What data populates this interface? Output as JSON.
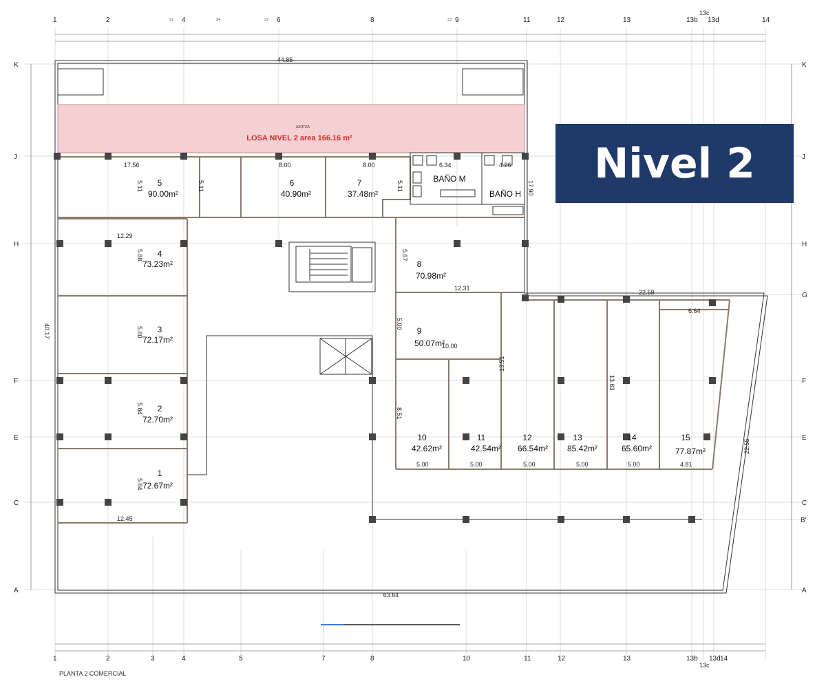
{
  "badge": {
    "label": "Nivel 2"
  },
  "caption": "PLANTA 2 COMERCIAL",
  "roof": {
    "label": "AZOTEA",
    "slab": "LOSA NIVEL 2 area 166.16 m²"
  },
  "grid_top": [
    "1",
    "2",
    "S1",
    "4",
    "S4",
    "S2",
    "6",
    "8",
    "S3",
    "9",
    "11",
    "12",
    "13",
    "13b",
    "13c",
    "13d",
    "14"
  ],
  "grid_bottom": [
    "1",
    "2",
    "3",
    "4",
    "5",
    "7",
    "8",
    "10",
    "11",
    "12",
    "13",
    "13b",
    "13c",
    "13d",
    "14"
  ],
  "grid_rows": [
    "K",
    "J",
    "H",
    "G",
    "F",
    "E",
    "C",
    "B'",
    "A"
  ],
  "rooms": [
    {
      "num": "1",
      "area": "72.67m²"
    },
    {
      "num": "2",
      "area": "72.70m²"
    },
    {
      "num": "3",
      "area": "72.17m²"
    },
    {
      "num": "4",
      "area": "73.23m²"
    },
    {
      "num": "5",
      "area": "90.00m²"
    },
    {
      "num": "6",
      "area": "40.90m²"
    },
    {
      "num": "7",
      "area": "37.48m²"
    },
    {
      "num": "8",
      "area": "70.98m²"
    },
    {
      "num": "9",
      "area": "50.07m²"
    },
    {
      "num": "10",
      "area": "42.62m²"
    },
    {
      "num": "11",
      "area": "42.54m²"
    },
    {
      "num": "12",
      "area": "66.54m²"
    },
    {
      "num": "13",
      "area": "85.42m²"
    },
    {
      "num": "14",
      "area": "65.60m²"
    },
    {
      "num": "15",
      "area": "77.87m²"
    }
  ],
  "toilets": {
    "women": "BAÑO M",
    "men": "BAÑO H"
  },
  "dimensions": {
    "top_width": "44.85",
    "bottom_width": "63.64",
    "left_height": "40.17",
    "right_slant": "22.55",
    "room5_width": "17.56",
    "room6_width": "8.00",
    "room7_width": "8.00",
    "bath_m_width": "6.34",
    "bath_h_width": "4.26",
    "bath_height": "17.90",
    "room4_width": "12.29",
    "room1_width": "12.45",
    "room8_width": "12.31",
    "room9_width": "10.00",
    "east_width": "22.59",
    "room15_width": "6.64",
    "row_depth_1": "13.51",
    "row_depth_2": "13.63",
    "shop_width": "5.00",
    "shop15_width": "4.81",
    "room5_depth": "5.11",
    "room4_depth": "5.88",
    "room3_depth": "5.80",
    "room2_depth": "5.84",
    "room1_depth": "5.84",
    "room8_depth": "5.67",
    "room9_depth": "5.00",
    "room10_depth": "8.51"
  }
}
